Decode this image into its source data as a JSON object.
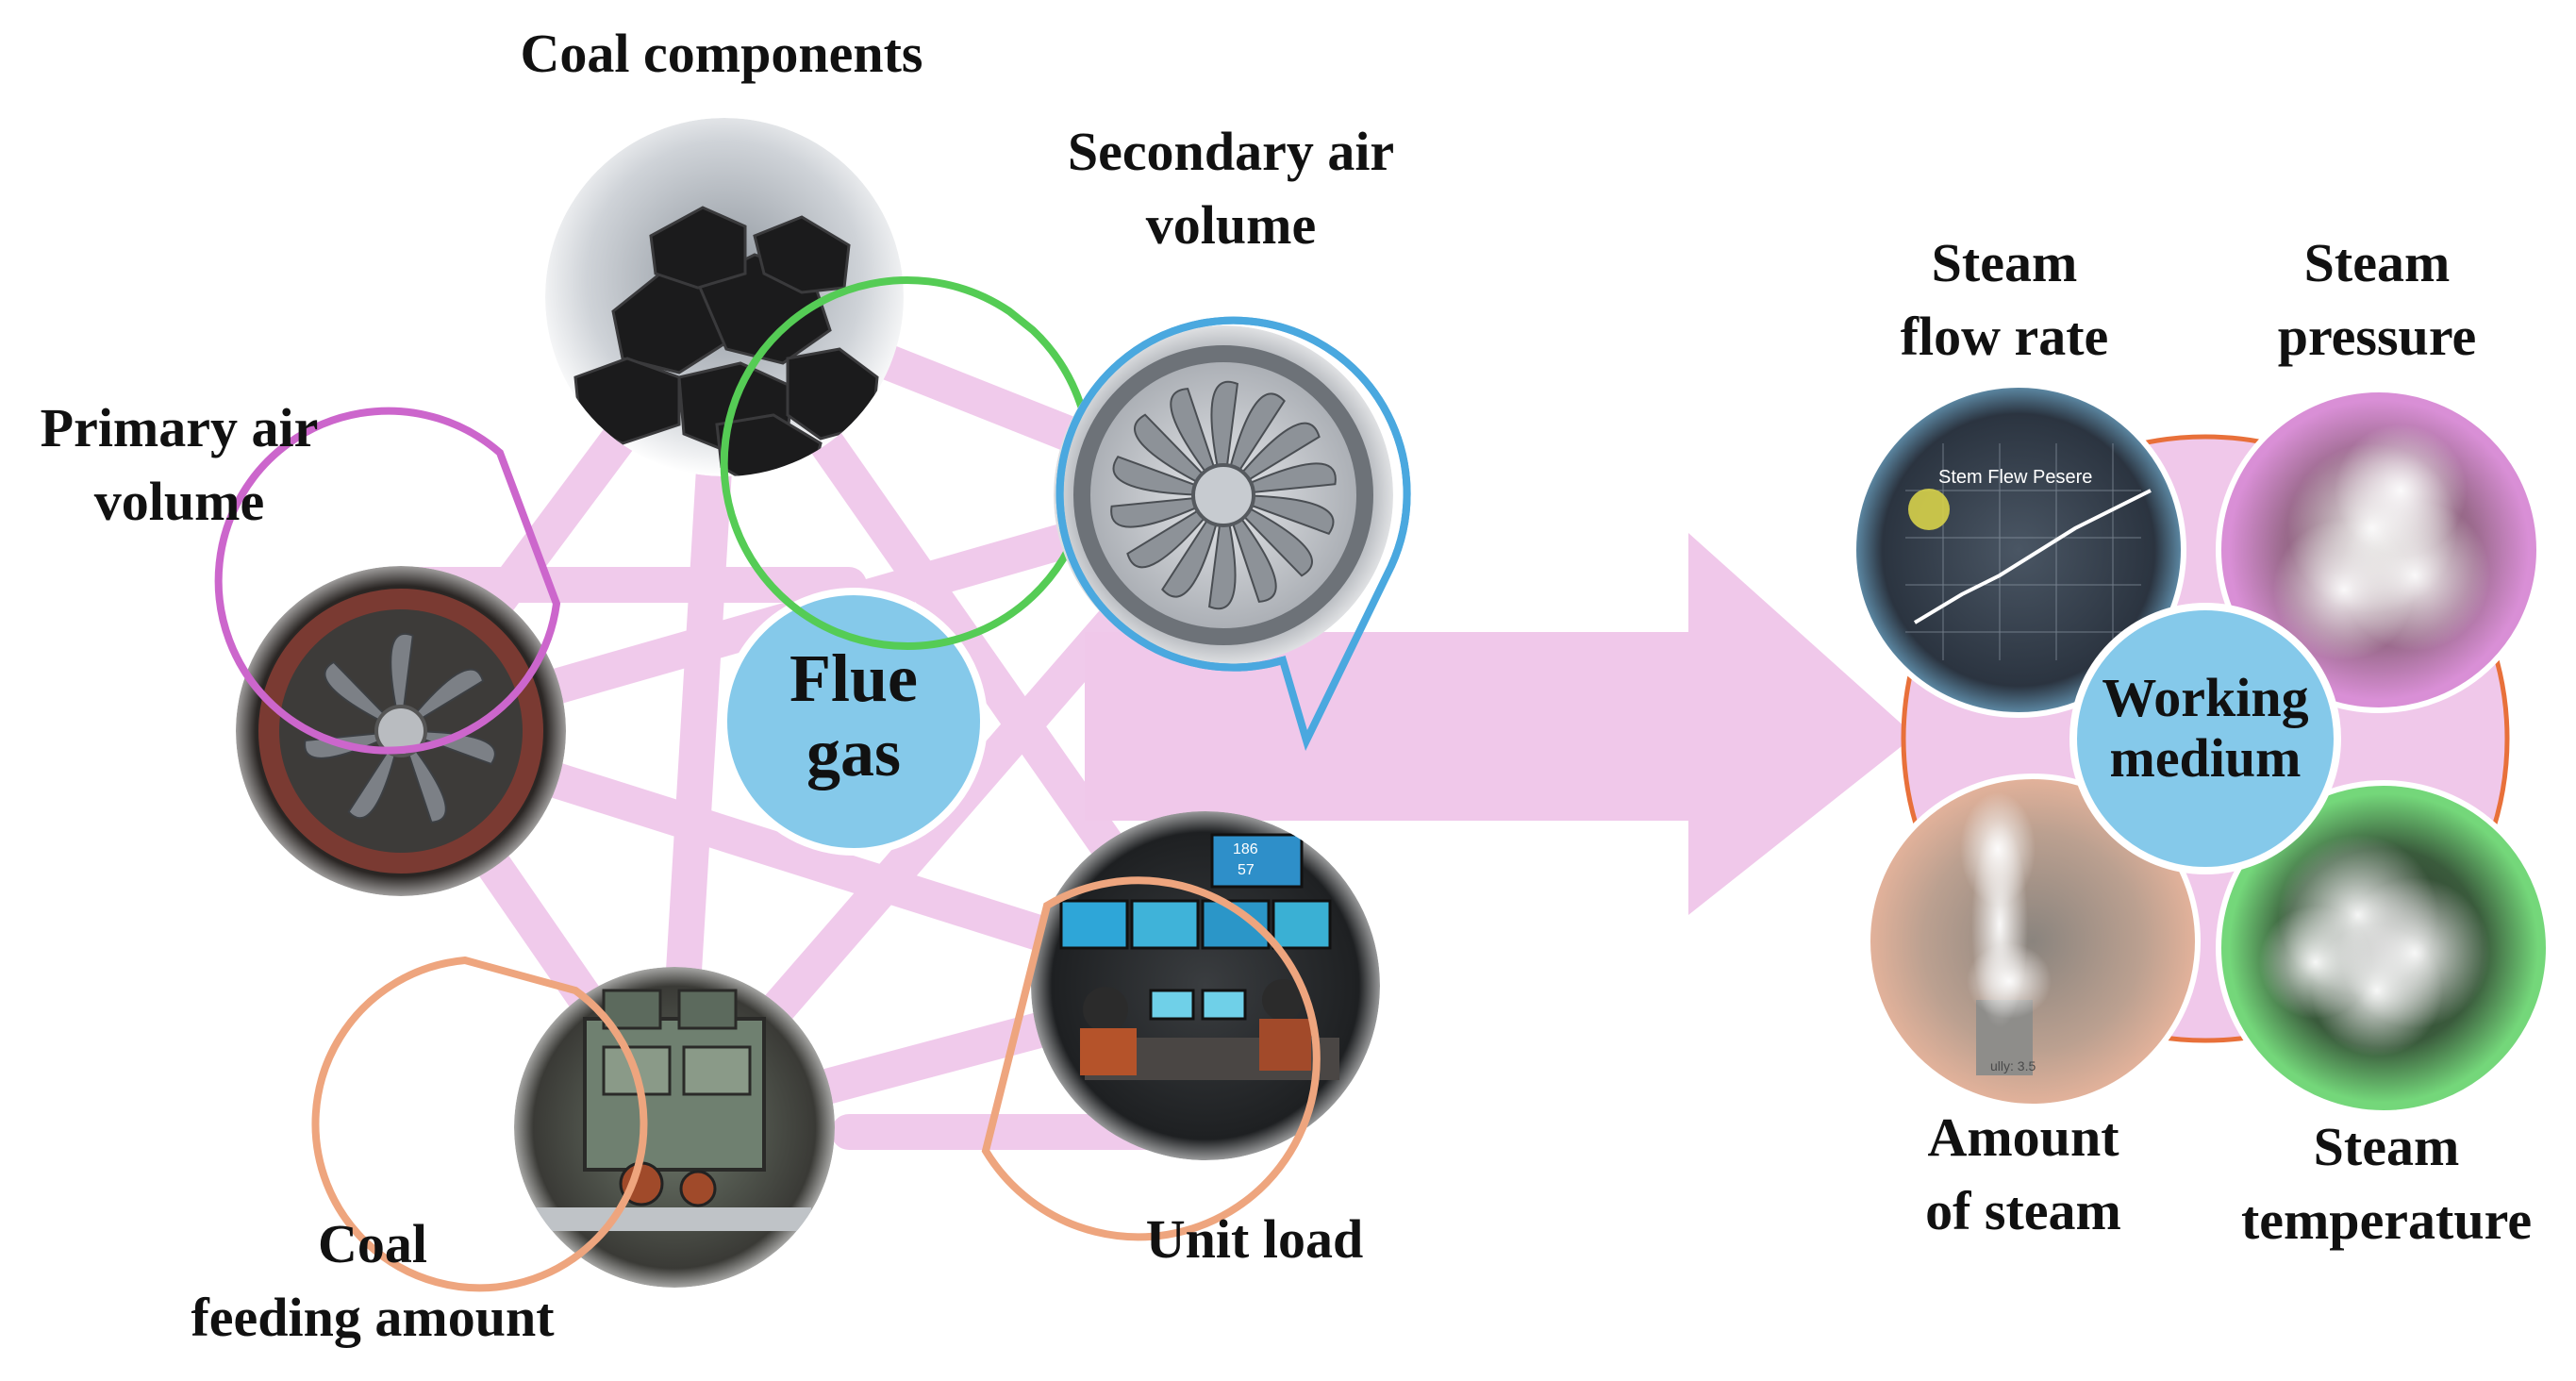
{
  "diagram": {
    "flue_gas": {
      "line1": "Flue",
      "line2": "gas"
    },
    "factors": {
      "coal_components": {
        "line1": "Coal components"
      },
      "secondary_air": {
        "line1": "Secondary air",
        "line2": "volume"
      },
      "primary_air": {
        "line1": "Primary air",
        "line2": "volume"
      },
      "coal_feeding": {
        "line1": "Coal",
        "line2": "feeding amount"
      },
      "unit_load": {
        "line1": "Unit load"
      }
    },
    "working_medium": {
      "line1": "Working",
      "line2": "medium"
    },
    "outputs": {
      "steam_flow_rate": {
        "line1": "Steam",
        "line2": "flow rate"
      },
      "steam_pressure": {
        "line1": "Steam",
        "line2": "pressure"
      },
      "amount_of_steam": {
        "line1": "Amount",
        "line2": "of steam"
      },
      "steam_temperature": {
        "line1": "Steam",
        "line2": "temperature"
      }
    },
    "photo_texts": {
      "chart_title": "Stem Flew Pesere",
      "monitor_value_1": "186",
      "monitor_value_2": "57",
      "nozzle_text": "ully: 3.5"
    }
  },
  "colors": {
    "connector_pink": "#f0c8ea",
    "coal_border": "#55cc55",
    "secondary_border": "#4aa8df",
    "primary_border": "#cc66cc",
    "feeding_border": "#eea57e",
    "load_border": "#eea57e",
    "center_blue": "#85c9ea",
    "ring_orange": "#e8703a",
    "steam_pressure_bg": "#d98fd6",
    "steam_temp_bg": "#74d77a",
    "amount_bg": "#f0b89e"
  }
}
